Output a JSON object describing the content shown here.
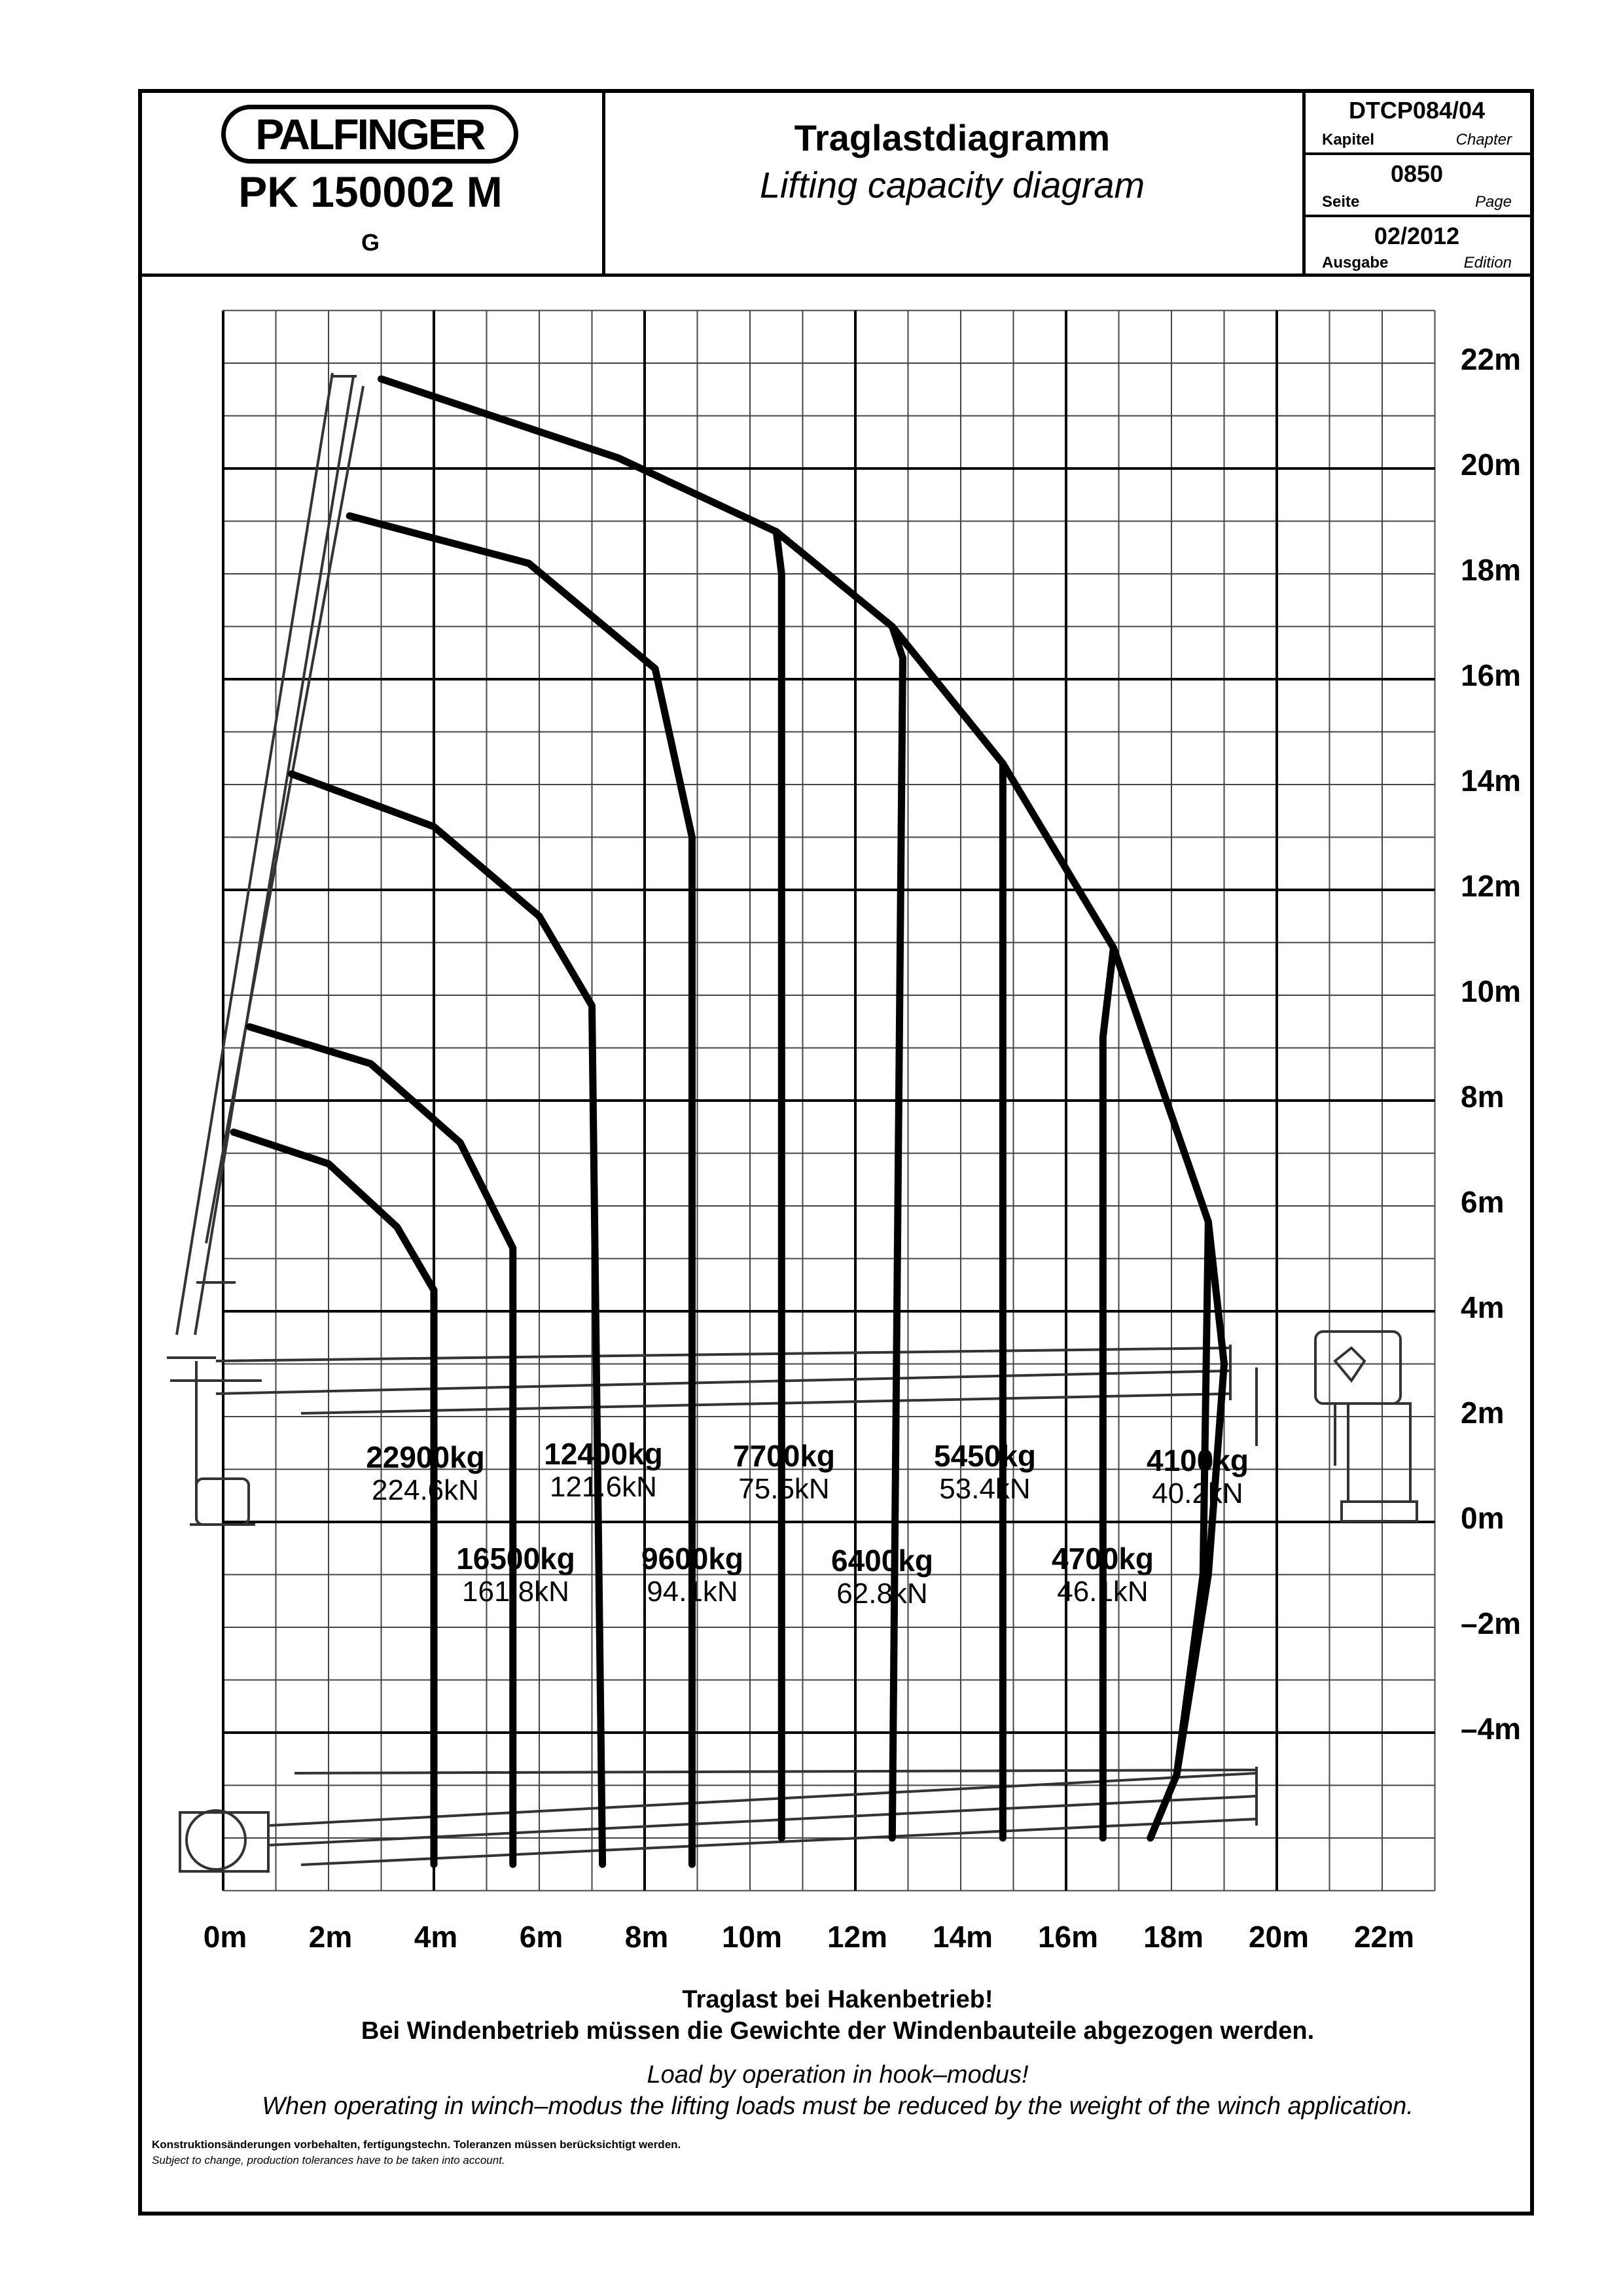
{
  "header": {
    "brand": "PALFINGER",
    "model": "PK 150002 M",
    "variant": "G",
    "title_de": "Traglastdiagramm",
    "title_en": "Lifting capacity diagram",
    "chapter_value": "DTCP084/04",
    "chapter_label_de": "Kapitel",
    "chapter_label_en": "Chapter",
    "page_value": "0850",
    "page_label_de": "Seite",
    "page_label_en": "Page",
    "edition_value": "02/2012",
    "edition_label_de": "Ausgabe",
    "edition_label_en": "Edition"
  },
  "axes": {
    "x_ticks": [
      "0m",
      "2m",
      "4m",
      "6m",
      "8m",
      "10m",
      "12m",
      "14m",
      "16m",
      "18m",
      "20m",
      "22m"
    ],
    "y_ticks": [
      "22m",
      "20m",
      "18m",
      "16m",
      "14m",
      "12m",
      "10m",
      "8m",
      "6m",
      "4m",
      "2m",
      "0m",
      "–2m",
      "–4m"
    ]
  },
  "chart_data": {
    "type": "line",
    "x_range_m": [
      0,
      23
    ],
    "y_range_m": [
      -7,
      23
    ],
    "grid": true,
    "series": [
      {
        "load_kg": "22900kg",
        "load_kn": "224.6kN",
        "points": [
          [
            0.2,
            7.4
          ],
          [
            2.0,
            6.8
          ],
          [
            3.3,
            5.6
          ],
          [
            4.0,
            4.4
          ],
          [
            4.0,
            -6.5
          ]
        ]
      },
      {
        "load_kg": "16500kg",
        "load_kn": "161.8kN",
        "points": [
          [
            0.5,
            9.4
          ],
          [
            2.8,
            8.7
          ],
          [
            4.5,
            7.2
          ],
          [
            5.5,
            5.2
          ],
          [
            5.5,
            -6.5
          ]
        ]
      },
      {
        "load_kg": "12400kg",
        "load_kn": "121.6kN",
        "points": [
          [
            1.3,
            14.2
          ],
          [
            4.0,
            13.2
          ],
          [
            6.0,
            11.5
          ],
          [
            7.0,
            9.8
          ],
          [
            7.2,
            -6.5
          ]
        ]
      },
      {
        "load_kg": "9600kg",
        "load_kn": "94.1kN",
        "points": [
          [
            2.4,
            19.1
          ],
          [
            5.8,
            18.2
          ],
          [
            8.2,
            16.2
          ],
          [
            8.9,
            13.0
          ],
          [
            8.9,
            -6.5
          ]
        ]
      },
      {
        "load_kg": "7700kg",
        "load_kn": "75.5kN",
        "points": [
          [
            10.5,
            18.8
          ],
          [
            10.6,
            18.0
          ],
          [
            10.6,
            -6.0
          ]
        ]
      },
      {
        "load_kg": "6400kg",
        "load_kn": "62.8kN",
        "points": [
          [
            12.7,
            17.0
          ],
          [
            12.9,
            16.4
          ],
          [
            12.7,
            -6.0
          ]
        ]
      },
      {
        "load_kg": "5450kg",
        "load_kn": "53.4kN",
        "points": [
          [
            14.8,
            14.4
          ],
          [
            14.8,
            13.8
          ],
          [
            14.8,
            -6.0
          ]
        ]
      },
      {
        "load_kg": "4700kg",
        "load_kn": "46.1kN",
        "points": [
          [
            16.9,
            10.9
          ],
          [
            16.7,
            9.2
          ],
          [
            16.7,
            -6.0
          ]
        ]
      },
      {
        "load_kg": "4100kg",
        "load_kn": "40.2kN",
        "points": [
          [
            18.7,
            5.7
          ],
          [
            18.6,
            -1.0
          ],
          [
            18.1,
            -4.8
          ],
          [
            17.6,
            -6.0
          ]
        ]
      }
    ],
    "envelope": {
      "points": [
        [
          3.0,
          21.7
        ],
        [
          7.5,
          20.2
        ],
        [
          10.5,
          18.8
        ],
        [
          12.7,
          17.0
        ],
        [
          14.8,
          14.4
        ],
        [
          16.9,
          10.9
        ],
        [
          18.7,
          5.7
        ],
        [
          19.0,
          3.0
        ],
        [
          18.7,
          -1.0
        ],
        [
          18.1,
          -4.8
        ],
        [
          17.6,
          -6.0
        ]
      ]
    }
  },
  "notes": {
    "de_line1": "Traglast bei Hakenbetrieb!",
    "de_line2": "Bei Windenbetrieb müssen die Gewichte der Windenbauteile abgezogen werden.",
    "en_line1": "Load by operation in hook–modus!",
    "en_line2": "When operating in winch–modus the lifting loads must be reduced by the weight of the winch application.",
    "fine_de": "Konstruktionsänderungen vorbehalten, fertigungstechn. Toleranzen müssen berücksichtigt werden.",
    "fine_en": "Subject to change, production tolerances have to be taken into account."
  }
}
